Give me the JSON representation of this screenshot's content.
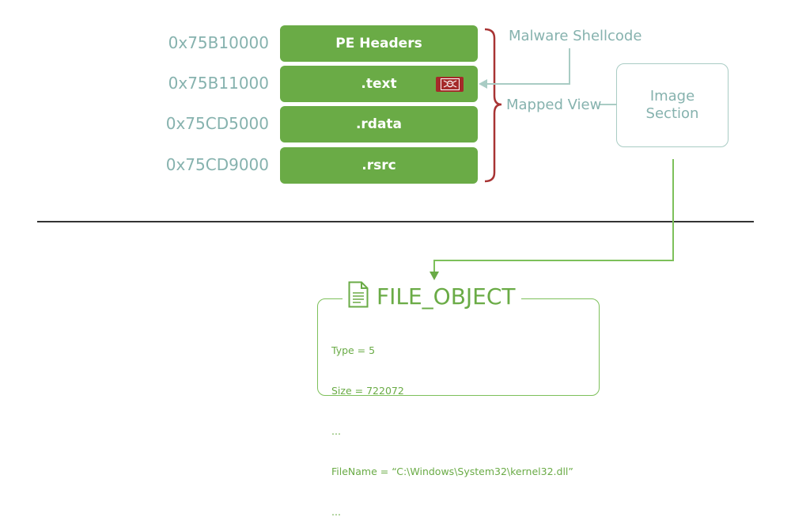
{
  "addresses": [
    "0x75B10000",
    "0x75B11000",
    "0x75CD5000",
    "0x75CD9000"
  ],
  "sections": [
    "PE Headers",
    ".text",
    ".rdata",
    ".rsrc"
  ],
  "labels": {
    "malware": "Malware Shellcode",
    "mapped_view": "Mapped View",
    "image_line1": "Image",
    "image_line2": "Section"
  },
  "file_object": {
    "title": "FILE_OBJECT",
    "lines": [
      "Type = 5",
      "Size = 722072",
      "...",
      "FileName = “C:\\Windows\\System32\\kernel32.dll”",
      "..."
    ]
  },
  "icons": {
    "malware": "skull-icon",
    "file": "document-icon"
  },
  "colors": {
    "green": "#6aab46",
    "teal": "#86b2ae",
    "bracket_red": "#a83434",
    "divider": "#333333"
  }
}
